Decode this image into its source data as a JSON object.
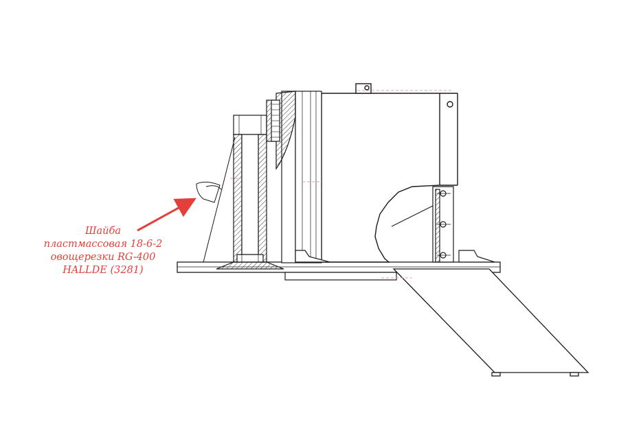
{
  "callout": {
    "lines": [
      "Шайба",
      "пластмассовая 18-6-2",
      "овощерезки RG-400",
      "HALLDE (3281)"
    ],
    "color": "#e2403a"
  },
  "drawing": {
    "line_color": "#1a1a1a",
    "hatch_color": "#333333",
    "ghost_color": "#e6a0a0"
  }
}
